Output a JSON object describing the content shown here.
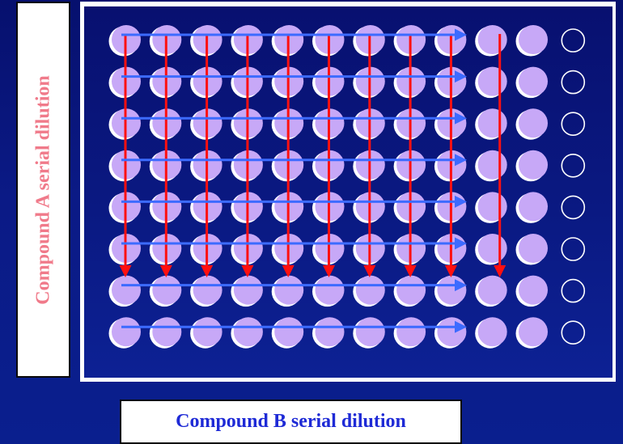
{
  "labels": {
    "side": "Compound A serial dilution",
    "bottom": "Compound B serial dilution"
  },
  "plate": {
    "rows": 8,
    "columns": 12,
    "filled_columns": 11,
    "empty_column": 12
  },
  "arrows": {
    "horizontal_rows": [
      1,
      2,
      3,
      4,
      5,
      6,
      7,
      8
    ],
    "vertical_columns": [
      1,
      2,
      3,
      4,
      5,
      6,
      7,
      8,
      9,
      10
    ]
  },
  "colors": {
    "well_fill": "#c7a8f7",
    "well_highlight": "#ffffff",
    "empty_well_stroke": "#ffffff",
    "horizontal_arrow": "#3c6bff",
    "vertical_arrow": "#ff1010",
    "side_label_text": "#f07a8a",
    "bottom_label_text": "#1e2ad6"
  }
}
